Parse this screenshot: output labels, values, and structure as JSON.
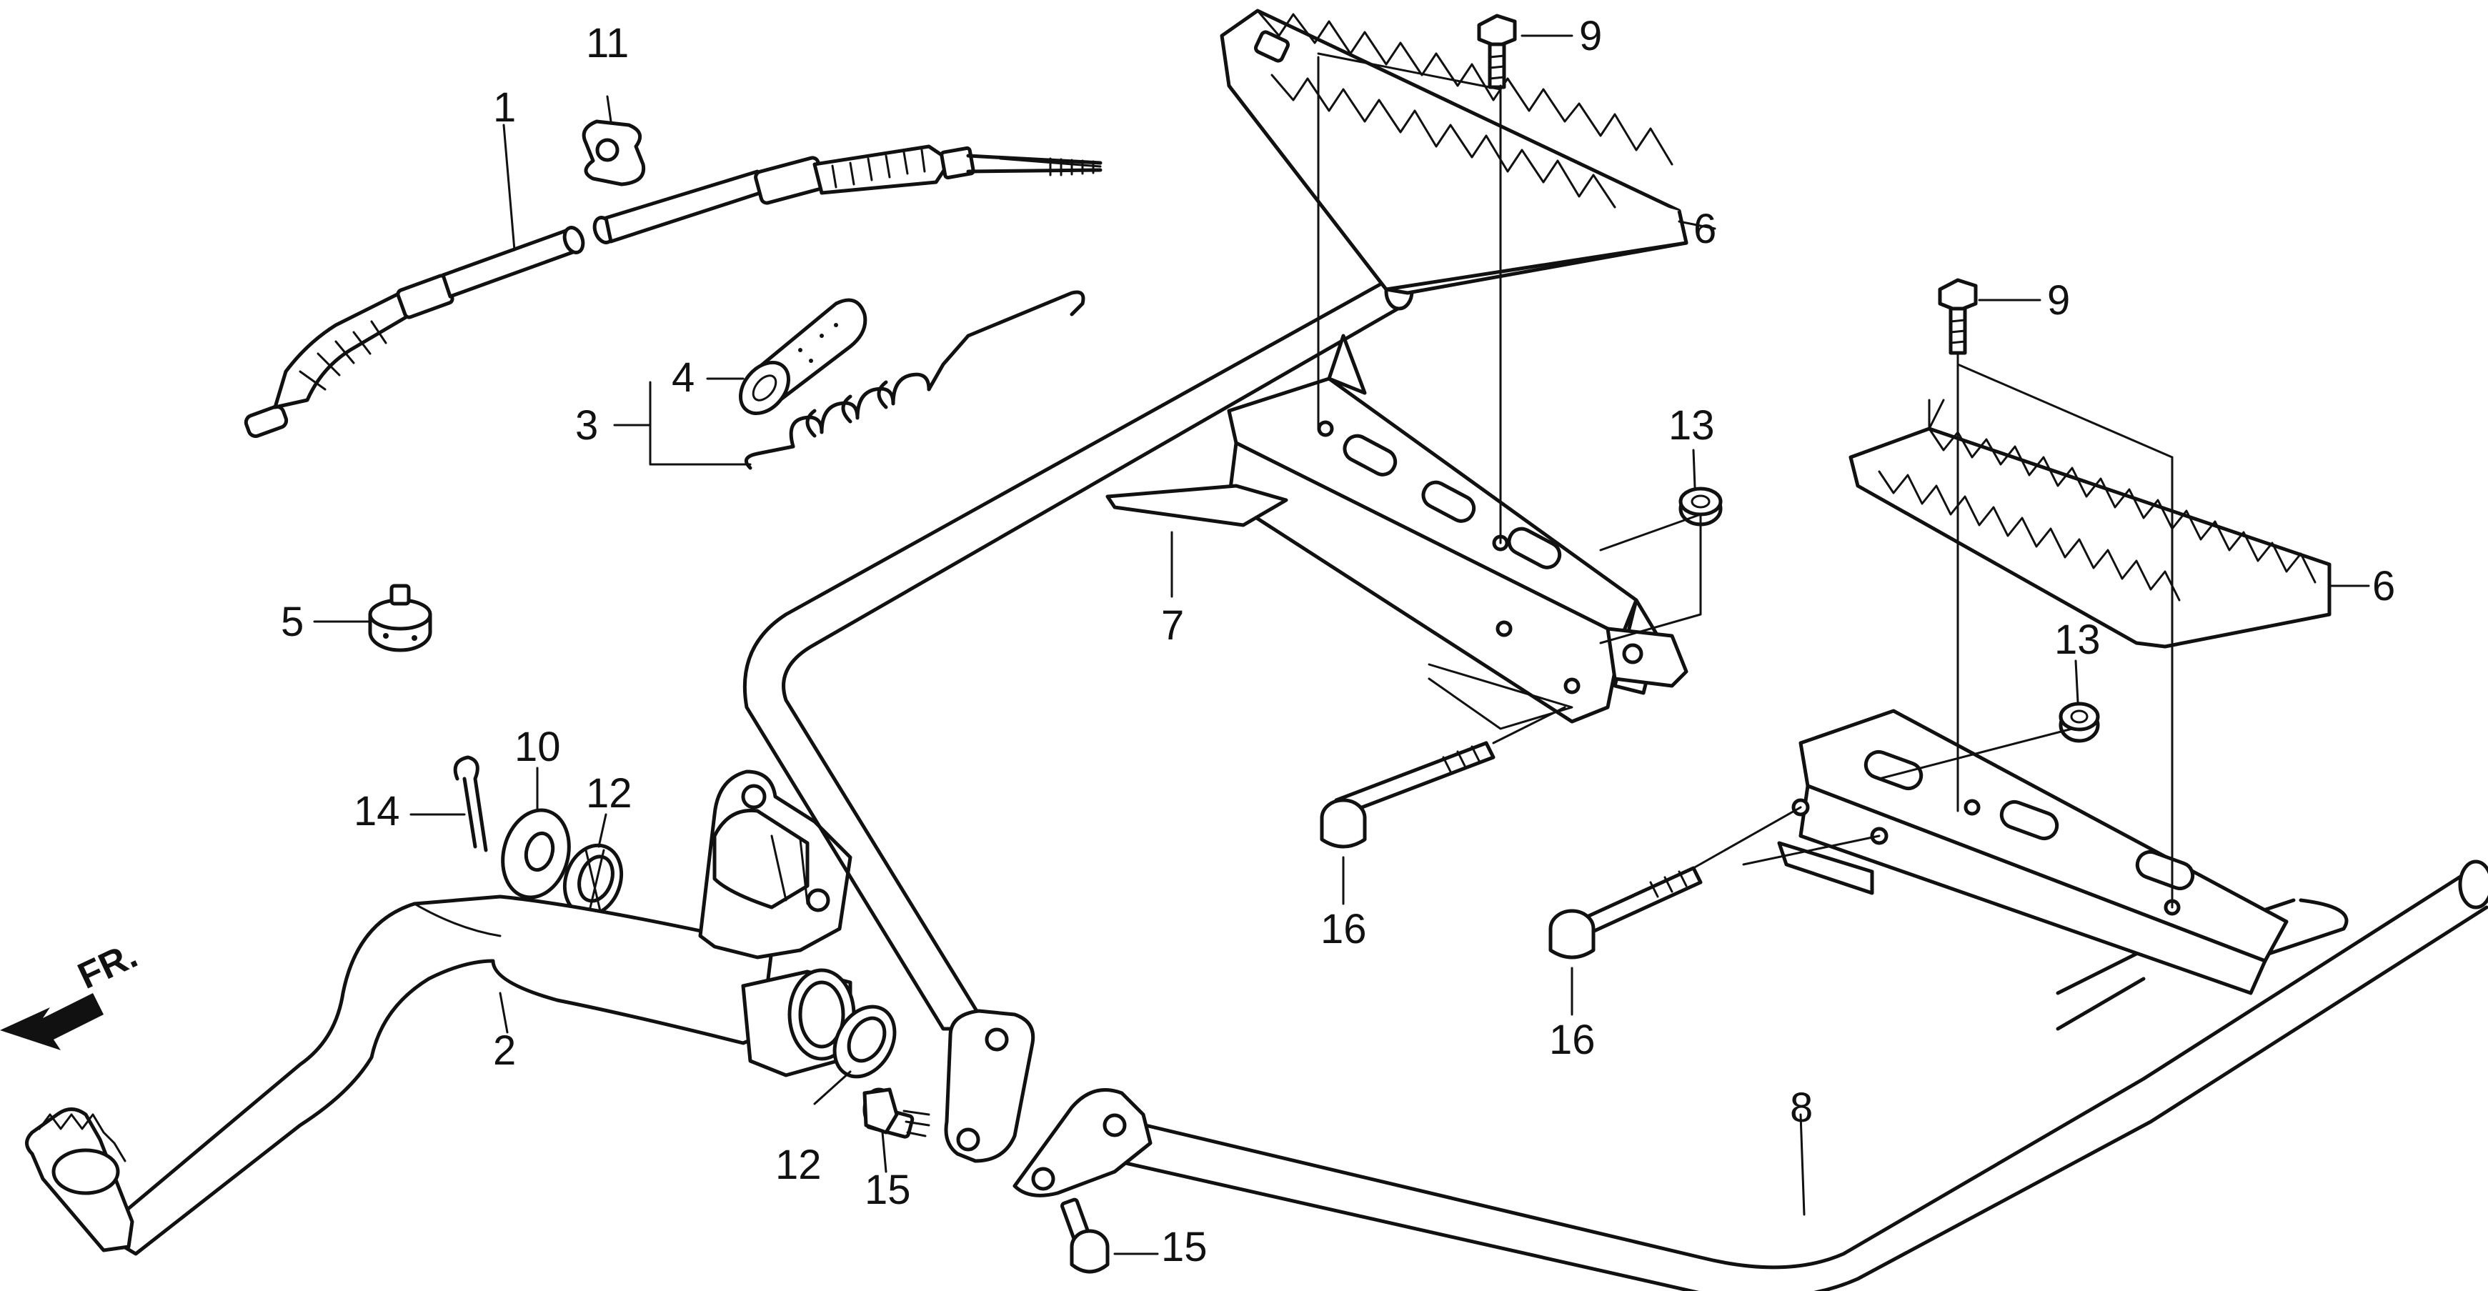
{
  "diagram": {
    "direction_label": "FR.",
    "callouts": {
      "c1": "1",
      "c2": "2",
      "c3": "3",
      "c4": "4",
      "c5": "5",
      "c6a": "6",
      "c6b": "6",
      "c7": "7",
      "c8": "8",
      "c9a": "9",
      "c9b": "9",
      "c10": "10",
      "c11": "11",
      "c12a": "12",
      "c12b": "12",
      "c13a": "13",
      "c13b": "13",
      "c14": "14",
      "c15a": "15",
      "c15b": "15",
      "c16a": "16",
      "c16b": "16"
    }
  }
}
